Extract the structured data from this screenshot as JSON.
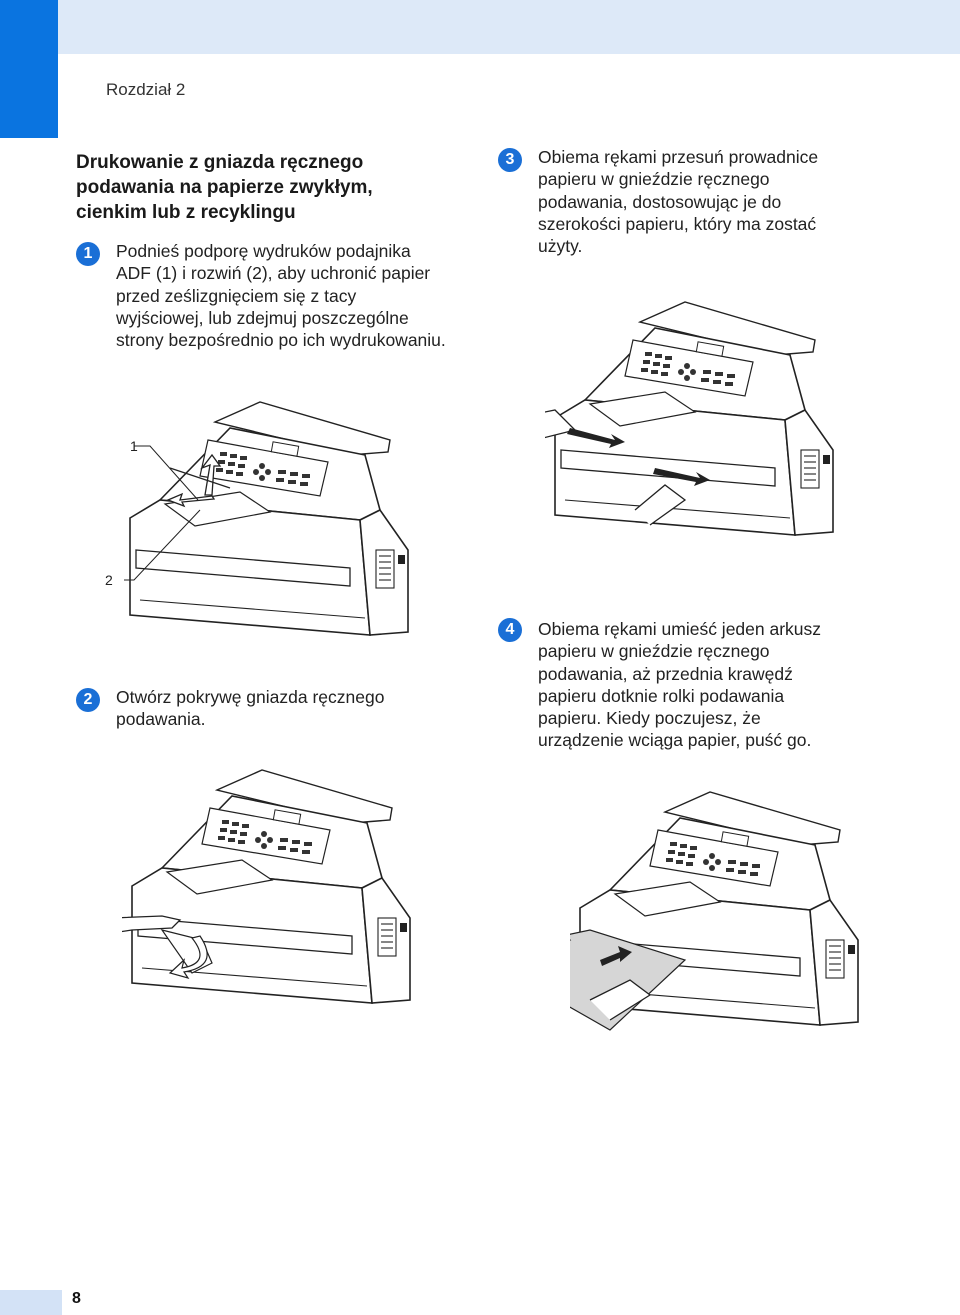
{
  "header": {
    "chapter": "Rozdział 2"
  },
  "section": {
    "title": "Drukowanie z gniazda ręcznego podawania na papierze zwykłym, cienkim lub z recyklingu"
  },
  "steps": [
    {
      "marker": "1",
      "text": "Podnieś podporę wydruków podajnika ADF (1) i rozwiń (2), aby uchronić papier przed ześlizgnięciem się z tacy wyjściowej, lub zdejmuj poszczególne strony bezpośrednio po ich wydrukowaniu."
    },
    {
      "marker": "2",
      "text": "Otwórz pokrywę gniazda ręcznego podawania."
    },
    {
      "marker": "3",
      "text": "Obiema rękami przesuń prowadnice papieru w gnieździe ręcznego podawania, dostosowując je do szerokości papieru, który ma zostać użyty."
    },
    {
      "marker": "4",
      "text": "Obiema rękami umieść jeden arkusz papieru w gnieździe ręcznego podawania, aż przednia krawędź papieru dotknie rolki podawania papieru. Kiedy poczujesz, że urządzenie wciąga papier, puść go."
    }
  ],
  "figure1": {
    "callout1": "1",
    "callout2": "2"
  },
  "footer": {
    "page_number": "8"
  },
  "colors": {
    "accent": "#0a74e0",
    "band": "#dde9f8",
    "badge": "#1a6fd6"
  }
}
